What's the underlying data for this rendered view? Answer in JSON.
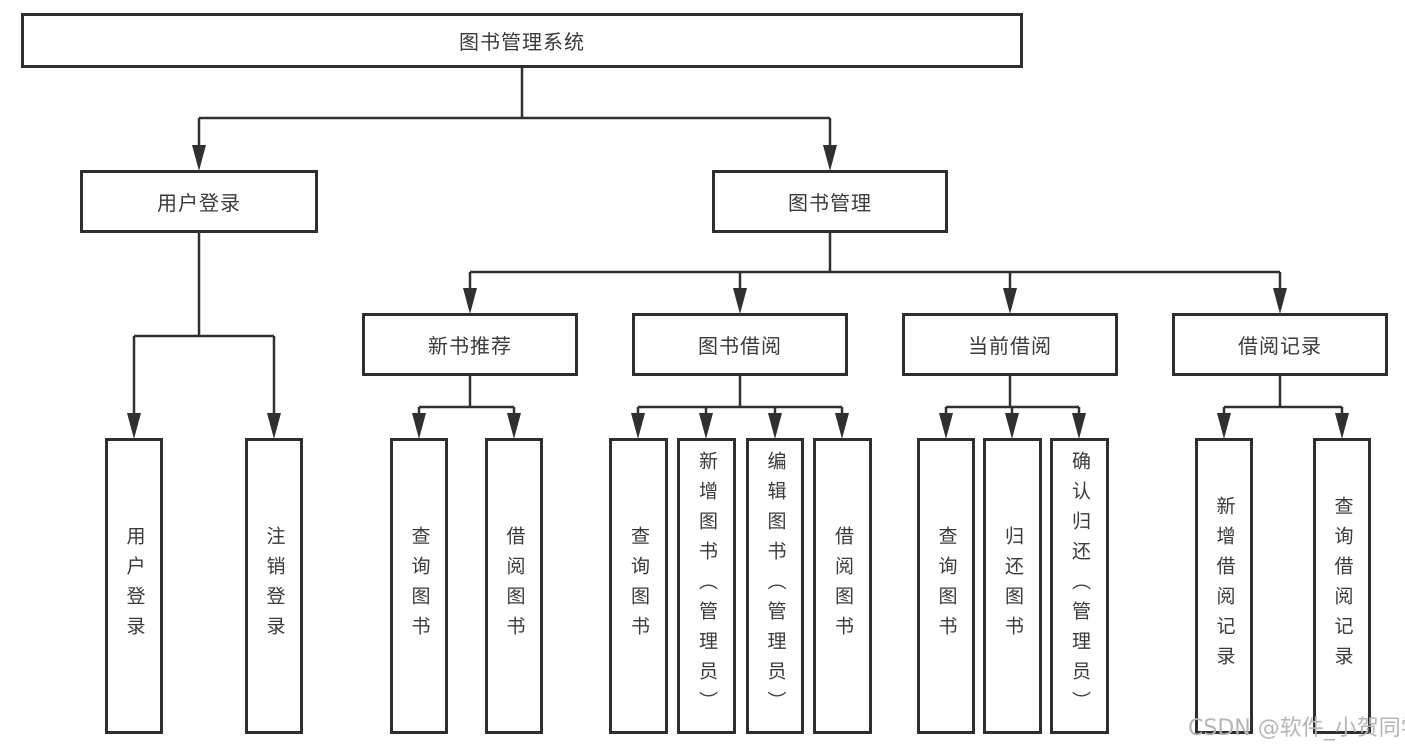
{
  "diagram": {
    "root": {
      "label": "图书管理系统"
    },
    "level2": [
      {
        "label": "用户登录"
      },
      {
        "label": "图书管理"
      }
    ],
    "level3": [
      {
        "label": "新书推荐"
      },
      {
        "label": "图书借阅"
      },
      {
        "label": "当前借阅"
      },
      {
        "label": "借阅记录"
      }
    ],
    "leaves": [
      {
        "label": "用户登录"
      },
      {
        "label": "注销登录"
      },
      {
        "label": "查询图书"
      },
      {
        "label": "借阅图书"
      },
      {
        "label": "查询图书"
      },
      {
        "label": "新增图书（管理员）"
      },
      {
        "label": "编辑图书（管理员）"
      },
      {
        "label": "借阅图书"
      },
      {
        "label": "查询图书"
      },
      {
        "label": "归还图书"
      },
      {
        "label": "确认归还（管理员）"
      },
      {
        "label": "新增借阅记录"
      },
      {
        "label": "查询借阅记录"
      }
    ]
  },
  "watermark": {
    "text": "CSDN @软件_小贺同学"
  },
  "colors": {
    "line": "#303030",
    "border": "#2e2e2e",
    "text": "#3a3a3a",
    "watermark": "#b9b4b4",
    "background": "#ffffff"
  }
}
